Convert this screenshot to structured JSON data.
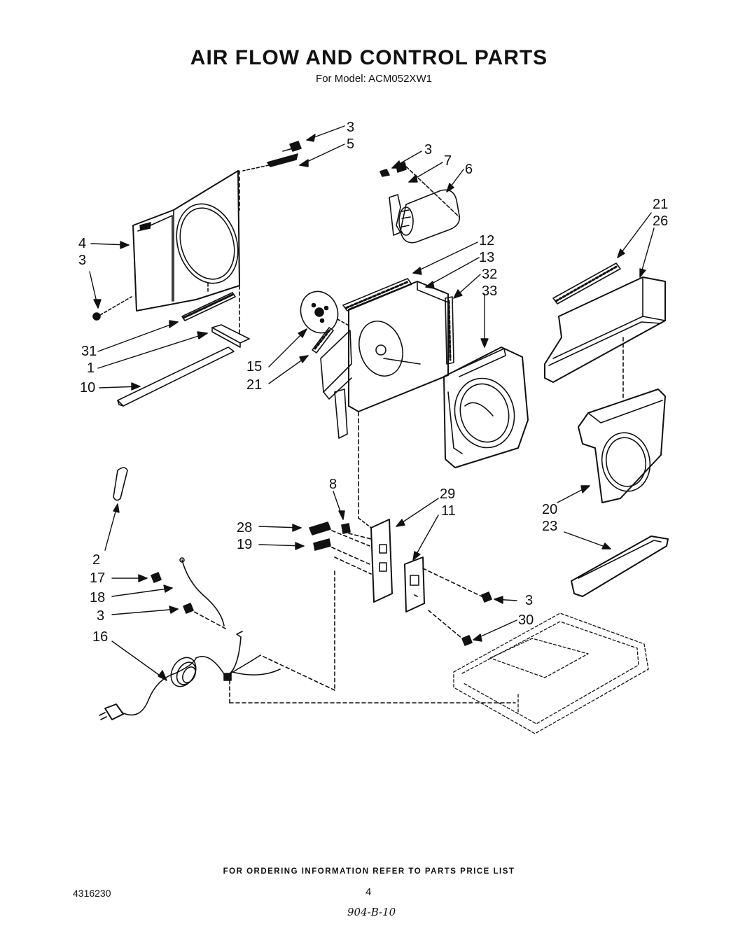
{
  "header": {
    "title": "AIR FLOW AND CONTROL PARTS",
    "subtitle": "For Model: ACM052XW1"
  },
  "callouts": {
    "c3a": "3",
    "c5": "5",
    "c3b": "3",
    "c7": "7",
    "c6": "6",
    "c4": "4",
    "c3c": "3",
    "c21a": "21",
    "c26": "26",
    "c12": "12",
    "c13": "13",
    "c32": "32",
    "c33": "33",
    "c31": "31",
    "c1": "1",
    "c10": "10",
    "c15": "15",
    "c21b": "21",
    "c8": "8",
    "c29": "29",
    "c11": "11",
    "c28": "28",
    "c19": "19",
    "c20": "20",
    "c23": "23",
    "c2": "2",
    "c17": "17",
    "c18": "18",
    "c3d": "3",
    "c16": "16",
    "c3e": "3",
    "c30": "30"
  },
  "footer": {
    "note": "FOR ORDERING INFORMATION REFER TO PARTS PRICE LIST",
    "doc_number": "4316230",
    "page_number": "4",
    "handwritten": "904-B-10"
  }
}
